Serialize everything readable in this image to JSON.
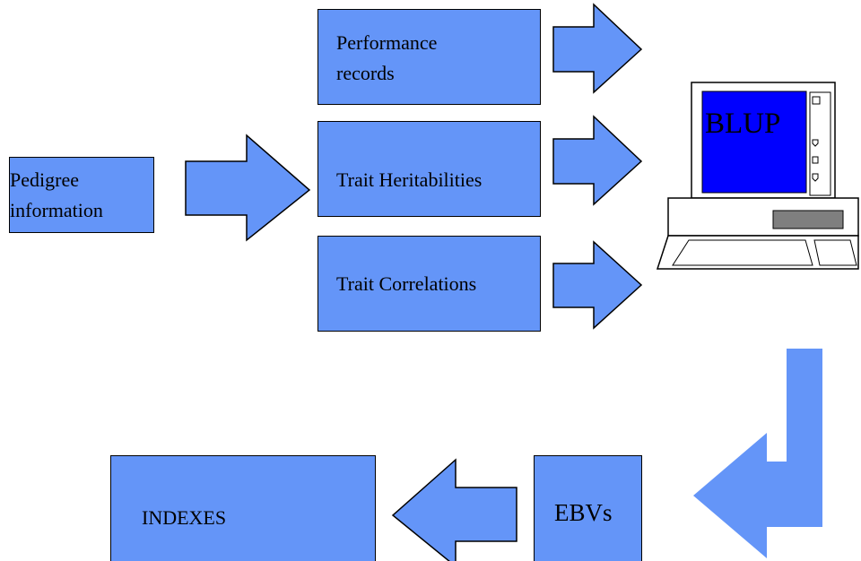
{
  "nodes": {
    "performance": {
      "label_line1": "Performance",
      "label_line2": "records"
    },
    "heritabilities": {
      "label": "Trait Heritabilities"
    },
    "correlations": {
      "label": "Trait Correlations"
    },
    "pedigree": {
      "label_line1": "Pedigree",
      "label_line2": "information"
    },
    "computer": {
      "label": "BLUP"
    },
    "ebvs": {
      "label": "EBVs"
    },
    "indexes": {
      "label": "INDEXES"
    }
  },
  "colors": {
    "fill": "#6495f8",
    "stroke": "#000000",
    "screen": "#0000ff",
    "drive": "#7f7f7f"
  }
}
